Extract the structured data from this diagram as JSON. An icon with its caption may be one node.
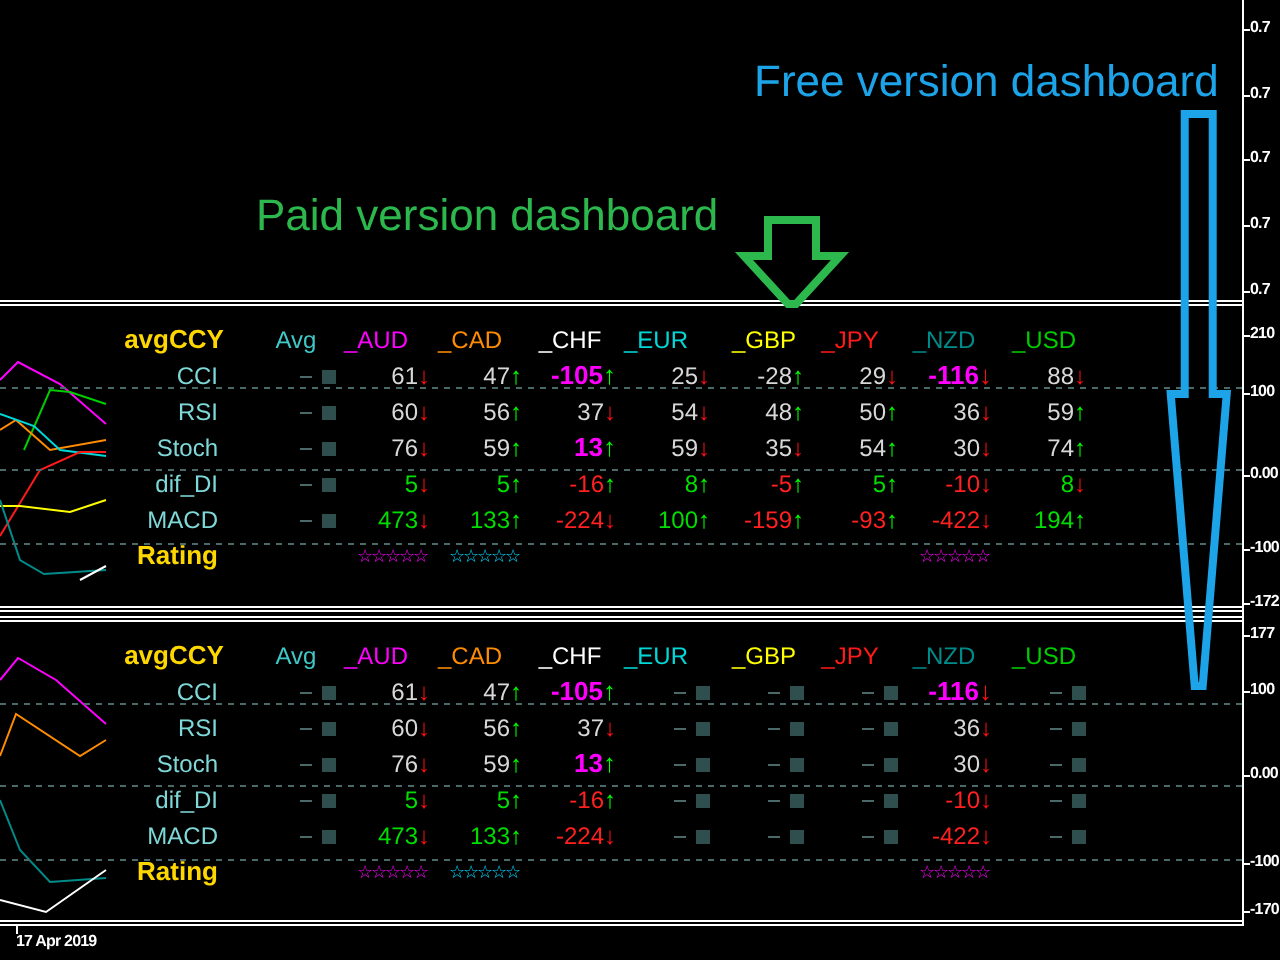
{
  "diagram": {
    "nodes": [
      {
        "text": [
          "Free version dashboard"
        ]
      },
      {
        "text": [
          "Paid version dashboard"
        ]
      },
      {
        "text": [
          "avgCCY",
          "Avg",
          "_AUD",
          "_CAD",
          "_CHF",
          "_EUR",
          "_GBP",
          "_JPY",
          "_NZD",
          "_USD",
          "CCI",
          "61↓",
          "47↑",
          "-105↑",
          "25↓",
          "-28↑",
          "29↓",
          "-116↓",
          "88↓",
          "RSI",
          "60↓",
          "56↑",
          "37↓",
          "54↓",
          "48↑",
          "50↑",
          "36↓",
          "59↑",
          "Stoch",
          "76↓",
          "59↑",
          "13↑",
          "59↓",
          "35↓",
          "54↑",
          "30↓",
          "74↑",
          "dif_DI",
          "5↓",
          "5↑",
          "-16↑",
          "8↑",
          "-5↑",
          "5↑",
          "-10↓",
          "8↓",
          "MACD",
          "473↓",
          "133↑",
          "-224↓",
          "100↑",
          "-159↑",
          "-93↑",
          "-422↓",
          "194↑",
          "Rating",
          "☆☆☆☆☆",
          "☆☆☆☆☆",
          "☆☆☆☆☆"
        ]
      },
      {
        "text": [
          "avgCCY",
          "Avg",
          "_AUD",
          "_CAD",
          "_CHF",
          "_EUR",
          "_GBP",
          "_JPY",
          "_NZD",
          "_USD",
          "CCI",
          "61↓",
          "47↑",
          "-105↑",
          "-116↓",
          "RSI",
          "60↓",
          "56↑",
          "37↓",
          "36↓",
          "Stoch",
          "76↓",
          "59↑",
          "13↑",
          "30↓",
          "dif_DI",
          "5↓",
          "5↑",
          "-16↑",
          "-10↓",
          "MACD",
          "473↓",
          "133↑",
          "-224↓",
          "-422↓",
          "Rating",
          "☆☆☆☆☆",
          "☆☆☆☆☆",
          "☆☆☆☆☆"
        ]
      }
    ],
    "edges": [
      {
        "from": 1,
        "to": 2,
        "arrow": "to",
        "color": "#2db84d"
      },
      {
        "from": 0,
        "to": 3,
        "arrow": "to",
        "color": "#1ca3e8"
      }
    ],
    "labels": [
      "0.7",
      "0.7",
      "0.7",
      "0.7",
      "0.7",
      "210",
      "100",
      "0.00",
      "-100",
      "-172",
      "177",
      "100",
      "0.00",
      "-100",
      "-170",
      "17 Apr 2019"
    ]
  }
}
